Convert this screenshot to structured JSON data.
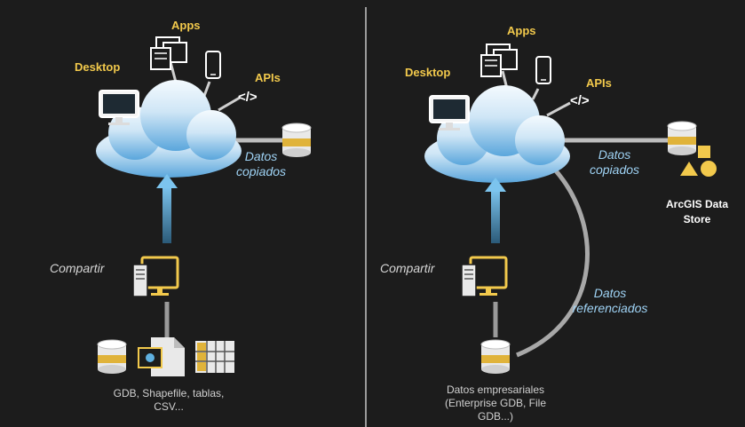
{
  "left": {
    "desktop": "Desktop",
    "apps": "Apps",
    "apis": "APIs",
    "copied_line1": "Datos",
    "copied_line2": "copiados",
    "share": "Compartir",
    "caption_line1": "GDB, Shapefile, tablas,",
    "caption_line2": "CSV..."
  },
  "right": {
    "desktop": "Desktop",
    "apps": "Apps",
    "apis": "APIs",
    "copied_line1": "Datos",
    "copied_line2": "copiados",
    "arcgis_line1": "ArcGIS Data",
    "arcgis_line2": "Store",
    "share": "Compartir",
    "referenced_line1": "Datos",
    "referenced_line2": "referenciados",
    "caption_line1": "Datos empresariales",
    "caption_line2": "(Enterprise GDB, File",
    "caption_line3": "GDB...)"
  },
  "colors": {
    "background": "#1c1c1c",
    "accent_yellow": "#f2c94c",
    "cloud_light": "#e8f4fb",
    "cloud_blue": "#6fb3e0",
    "label_blue": "#9fd3f5",
    "arrow_blue": "#5fb0e0"
  },
  "icons": [
    "cloud-icon",
    "desktop-monitor-icon",
    "apps-windows-icon",
    "phone-icon",
    "code-icon",
    "database-icon",
    "server-computer-icon",
    "map-document-icon",
    "table-grid-icon",
    "shapes-icon"
  ]
}
